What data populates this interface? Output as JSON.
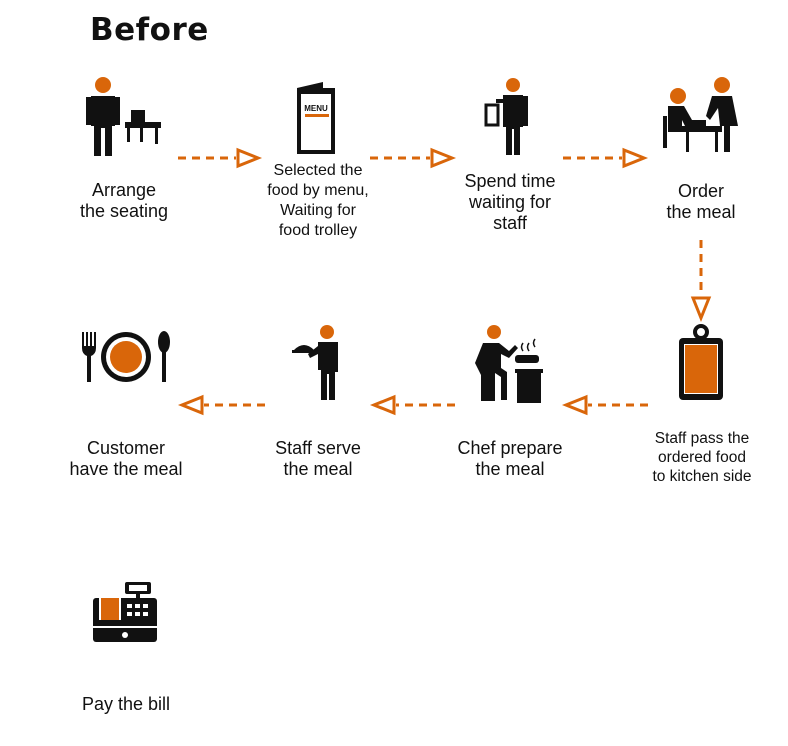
{
  "title": "Before",
  "accent_color": "#d9660a",
  "steps": [
    {
      "icon": "waiter-with-table-icon",
      "lines": [
        "Arrange",
        "the seating"
      ]
    },
    {
      "icon": "menu-icon",
      "icon_text": "MENU",
      "lines": [
        "Selected the",
        "food by menu,",
        "Waiting for",
        "food trolley"
      ]
    },
    {
      "icon": "waiter-standing-icon",
      "lines": [
        "Spend time",
        "waiting for",
        "staff"
      ]
    },
    {
      "icon": "customers-ordering-icon",
      "lines": [
        "Order",
        "the meal"
      ]
    },
    {
      "icon": "order-clipboard-icon",
      "lines": [
        "Staff pass the",
        "ordered food",
        "to kitchen side"
      ]
    },
    {
      "icon": "chef-cooking-icon",
      "lines": [
        "Chef prepare",
        "the meal"
      ]
    },
    {
      "icon": "waiter-serving-icon",
      "lines": [
        "Staff serve",
        "the meal"
      ]
    },
    {
      "icon": "plate-cutlery-icon",
      "lines": [
        "Customer",
        "have the meal"
      ]
    },
    {
      "icon": "cash-register-icon",
      "lines": [
        "Pay the bill"
      ]
    }
  ]
}
